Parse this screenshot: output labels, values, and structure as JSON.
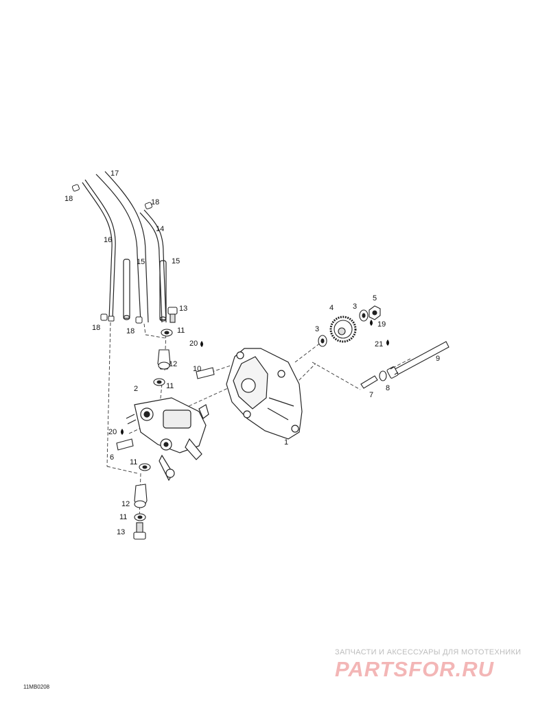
{
  "callouts": [
    {
      "id": "c17",
      "text": "17"
    },
    {
      "id": "c18a",
      "text": "18"
    },
    {
      "id": "c18b",
      "text": "18"
    },
    {
      "id": "c14",
      "text": "14"
    },
    {
      "id": "c16",
      "text": "16"
    },
    {
      "id": "c15a",
      "text": "15"
    },
    {
      "id": "c15b",
      "text": "15"
    },
    {
      "id": "c13a",
      "text": "13"
    },
    {
      "id": "c18c",
      "text": "18"
    },
    {
      "id": "c18d",
      "text": "18"
    },
    {
      "id": "c11a",
      "text": "11"
    },
    {
      "id": "c20a",
      "text": "20"
    },
    {
      "id": "c12a",
      "text": "12"
    },
    {
      "id": "c10",
      "text": "10"
    },
    {
      "id": "c11b",
      "text": "11"
    },
    {
      "id": "c2",
      "text": "2"
    },
    {
      "id": "c20b",
      "text": "20"
    },
    {
      "id": "c6",
      "text": "6"
    },
    {
      "id": "c11c",
      "text": "11"
    },
    {
      "id": "c12b",
      "text": "12"
    },
    {
      "id": "c11d",
      "text": "11"
    },
    {
      "id": "c13b",
      "text": "13"
    },
    {
      "id": "c1",
      "text": "1"
    },
    {
      "id": "c4",
      "text": "4"
    },
    {
      "id": "c3a",
      "text": "3"
    },
    {
      "id": "c5",
      "text": "5"
    },
    {
      "id": "c19",
      "text": "19"
    },
    {
      "id": "c3b",
      "text": "3"
    },
    {
      "id": "c21",
      "text": "21"
    },
    {
      "id": "c9",
      "text": "9"
    },
    {
      "id": "c7",
      "text": "7"
    },
    {
      "id": "c8",
      "text": "8"
    }
  ],
  "reference_code": "11MB0208",
  "watermark": {
    "tagline": "ЗАПЧАСТИ И АКСЕССУАРЫ ДЛЯ МОТОТЕХНИКИ",
    "logo": "PARTSFOR.RU"
  }
}
